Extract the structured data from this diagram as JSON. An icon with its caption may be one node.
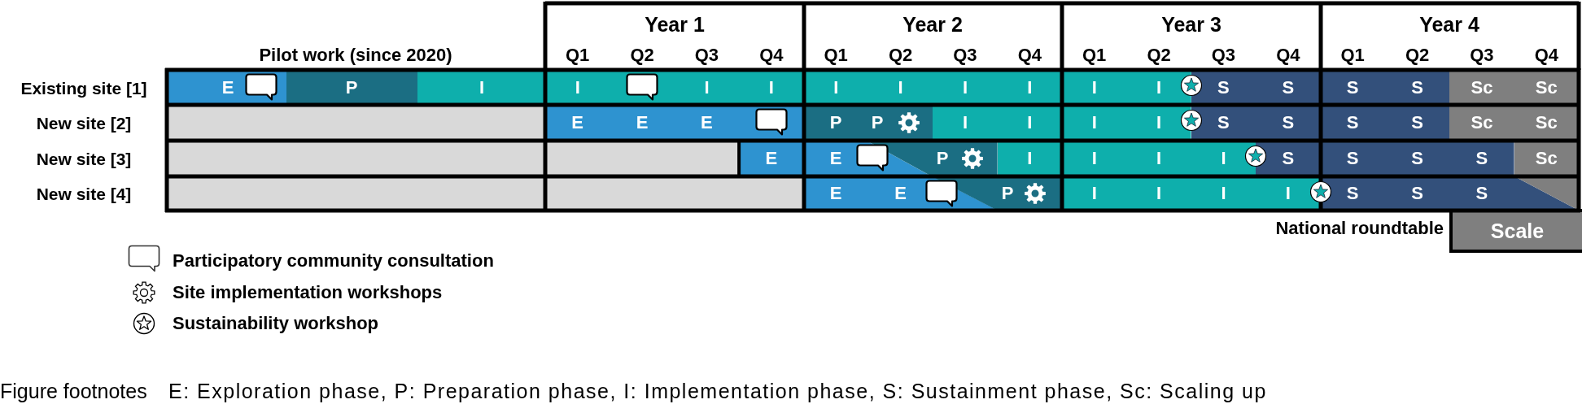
{
  "diagram": {
    "nodes": [
      {
        "text": [
          "E"
        ]
      },
      {
        "text": [
          "P"
        ]
      },
      {
        "text": [
          "I"
        ]
      },
      {
        "text": [
          "I",
          "I",
          "I",
          "I",
          "I",
          "I",
          "I",
          "I",
          "I"
        ]
      },
      {
        "text": [
          "S",
          "S",
          "S",
          "S"
        ]
      },
      {
        "text": [
          "Sc",
          "Sc"
        ]
      },
      {
        "text": [],
        "shape": "bar"
      },
      {
        "text": [
          "E",
          "E",
          "E"
        ]
      },
      {
        "text": [
          "P",
          "P"
        ]
      },
      {
        "text": [
          "I",
          "I",
          "I",
          "I"
        ]
      },
      {
        "text": [
          "S",
          "S",
          "S",
          "S"
        ]
      },
      {
        "text": [
          "Sc",
          "Sc"
        ]
      },
      {
        "text": [],
        "shape": "bar"
      },
      {
        "text": [],
        "shape": "bar"
      },
      {
        "text": [
          "E",
          "E"
        ]
      },
      {
        "text": [
          "P"
        ]
      },
      {
        "text": [
          "I",
          "I",
          "I",
          "I"
        ]
      },
      {
        "text": [
          "S",
          "S",
          "S",
          "S"
        ]
      },
      {
        "text": [
          "Sc"
        ]
      },
      {
        "text": [],
        "shape": "bar"
      },
      {
        "text": [],
        "shape": "bar"
      },
      {
        "text": [
          "E",
          "E"
        ]
      },
      {
        "text": [
          "P"
        ]
      },
      {
        "text": [
          "I",
          "I",
          "I",
          "I"
        ]
      },
      {
        "text": [
          "S",
          "S",
          "S"
        ]
      },
      {
        "text": [],
        "shape": "triangle"
      },
      {
        "text": [
          "Scale"
        ],
        "beside": [
          "National roundtable"
        ]
      }
    ],
    "labels": [
      "Year 1",
      "Year 2",
      "Year 3",
      "Year 4",
      "Pilot work (since 2020)",
      "Q1",
      "Q2",
      "Q3",
      "Q4",
      "Q1",
      "Q2",
      "Q3",
      "Q4",
      "Q1",
      "Q2",
      "Q3",
      "Q4",
      "Q1",
      "Q2",
      "Q3",
      "Q4",
      "Existing site [1]",
      "New site [2]",
      "New site [3]",
      "New site [4]",
      "Figure footnotes",
      "E: Exploration phase, P: Preparation phase, I: Implementation phase, S: Sustainment phase, Sc: Scaling up"
    ],
    "legend": [
      {
        "text": "Participatory community consultation"
      },
      {
        "text": "Site implementation workshops"
      },
      {
        "text": "Sustainability workshop"
      }
    ]
  }
}
